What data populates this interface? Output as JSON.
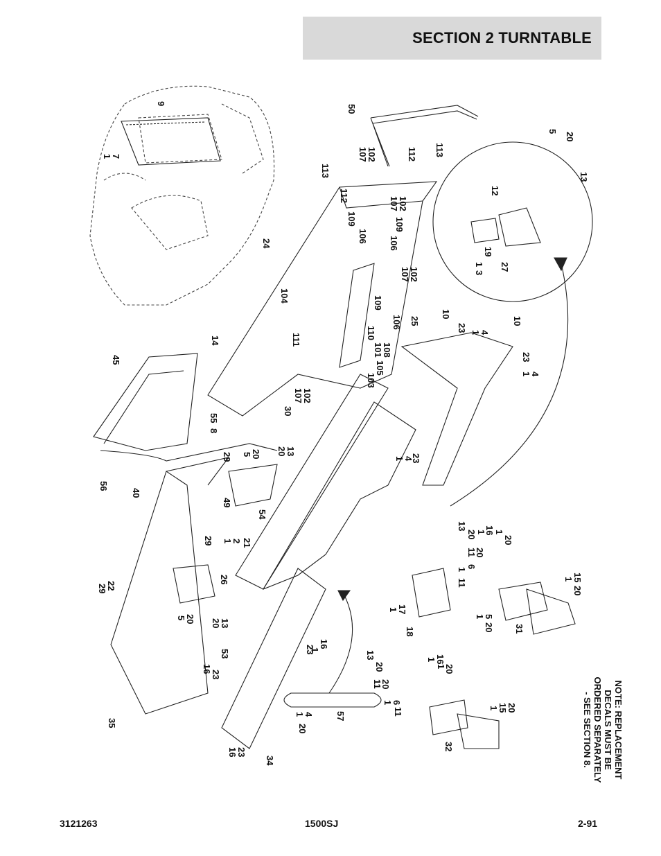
{
  "header": {
    "section_title": "SECTION 2   TURNTABLE"
  },
  "note": {
    "lines": [
      "NOTE:  REPLACEMENT",
      "DECALS MUST BE",
      "ORDERED SEPARATELY",
      "- SEE SECTION 8."
    ]
  },
  "footer": {
    "left": "3121263",
    "center": "1500SJ",
    "right": "2-91"
  },
  "callouts": [
    {
      "id": "c9",
      "text": "9"
    },
    {
      "id": "c1a",
      "text": "1"
    },
    {
      "id": "c7",
      "text": "7"
    },
    {
      "id": "c50",
      "text": "50"
    },
    {
      "id": "c113a",
      "text": "113"
    },
    {
      "id": "c107a",
      "text": "107"
    },
    {
      "id": "c102a",
      "text": "102"
    },
    {
      "id": "c112a",
      "text": "112"
    },
    {
      "id": "c113b",
      "text": "113"
    },
    {
      "id": "c112b",
      "text": "112"
    },
    {
      "id": "c109a",
      "text": "109"
    },
    {
      "id": "c106a",
      "text": "106"
    },
    {
      "id": "c107b",
      "text": "107"
    },
    {
      "id": "c102b",
      "text": "102"
    },
    {
      "id": "c109b",
      "text": "109"
    },
    {
      "id": "c106b",
      "text": "106"
    },
    {
      "id": "c24",
      "text": "24"
    },
    {
      "id": "c104",
      "text": "104"
    },
    {
      "id": "c107c",
      "text": "107"
    },
    {
      "id": "c102c",
      "text": "102"
    },
    {
      "id": "c109c",
      "text": "109"
    },
    {
      "id": "c106c",
      "text": "106"
    },
    {
      "id": "c111",
      "text": "111"
    },
    {
      "id": "c110",
      "text": "110"
    },
    {
      "id": "c101",
      "text": "101"
    },
    {
      "id": "c108",
      "text": "108"
    },
    {
      "id": "c105",
      "text": "105"
    },
    {
      "id": "c103",
      "text": "103"
    },
    {
      "id": "c107d",
      "text": "107"
    },
    {
      "id": "c102d",
      "text": "102"
    },
    {
      "id": "c45",
      "text": "45"
    },
    {
      "id": "c14",
      "text": "14"
    },
    {
      "id": "c55",
      "text": "55"
    },
    {
      "id": "c8",
      "text": "8"
    },
    {
      "id": "c56",
      "text": "56"
    },
    {
      "id": "c40",
      "text": "40"
    },
    {
      "id": "c30",
      "text": "30"
    },
    {
      "id": "c29a",
      "text": "29"
    },
    {
      "id": "c5a",
      "text": "5"
    },
    {
      "id": "c20a",
      "text": "20"
    },
    {
      "id": "c20b",
      "text": "20"
    },
    {
      "id": "c13a",
      "text": "13"
    },
    {
      "id": "c49",
      "text": "49"
    },
    {
      "id": "c54",
      "text": "54"
    },
    {
      "id": "c1b",
      "text": "1"
    },
    {
      "id": "c4a",
      "text": "4"
    },
    {
      "id": "c23a",
      "text": "23"
    },
    {
      "id": "c25",
      "text": "25"
    },
    {
      "id": "c10a",
      "text": "10"
    },
    {
      "id": "c23b",
      "text": "23"
    },
    {
      "id": "c1c",
      "text": "1"
    },
    {
      "id": "c4b",
      "text": "4"
    },
    {
      "id": "c10b",
      "text": "10"
    },
    {
      "id": "c23c",
      "text": "23"
    },
    {
      "id": "c1d",
      "text": "1"
    },
    {
      "id": "c4c",
      "text": "4"
    },
    {
      "id": "c5b",
      "text": "5"
    },
    {
      "id": "c20c",
      "text": "20"
    },
    {
      "id": "c13b",
      "text": "13"
    },
    {
      "id": "c12",
      "text": "12"
    },
    {
      "id": "c1e",
      "text": "1"
    },
    {
      "id": "c3",
      "text": "3"
    },
    {
      "id": "c19",
      "text": "19"
    },
    {
      "id": "c27",
      "text": "27"
    },
    {
      "id": "c29b",
      "text": "29"
    },
    {
      "id": "c1f",
      "text": "1"
    },
    {
      "id": "c2",
      "text": "2"
    },
    {
      "id": "c21",
      "text": "21"
    },
    {
      "id": "c29c",
      "text": "29"
    },
    {
      "id": "c22",
      "text": "22"
    },
    {
      "id": "c26",
      "text": "26"
    },
    {
      "id": "c5c",
      "text": "5"
    },
    {
      "id": "c20d",
      "text": "20"
    },
    {
      "id": "c20e",
      "text": "20"
    },
    {
      "id": "c13c",
      "text": "13"
    },
    {
      "id": "c13d",
      "text": "13"
    },
    {
      "id": "c20f",
      "text": "20"
    },
    {
      "id": "c1g",
      "text": "1"
    },
    {
      "id": "c16a",
      "text": "16"
    },
    {
      "id": "c11a",
      "text": "11"
    },
    {
      "id": "c20g",
      "text": "20"
    },
    {
      "id": "c1h",
      "text": "1"
    },
    {
      "id": "c6a",
      "text": "6"
    },
    {
      "id": "c11b",
      "text": "11"
    },
    {
      "id": "c1i",
      "text": "1"
    },
    {
      "id": "c20h",
      "text": "20"
    },
    {
      "id": "c1j",
      "text": "1"
    },
    {
      "id": "c15a",
      "text": "15"
    },
    {
      "id": "c20i",
      "text": "20"
    },
    {
      "id": "c31",
      "text": "31"
    },
    {
      "id": "c1k",
      "text": "1"
    },
    {
      "id": "c17",
      "text": "17"
    },
    {
      "id": "c18",
      "text": "18"
    },
    {
      "id": "c1l",
      "text": "1"
    },
    {
      "id": "c5d",
      "text": "5"
    },
    {
      "id": "c20j",
      "text": "20"
    },
    {
      "id": "c53",
      "text": "53"
    },
    {
      "id": "c1m",
      "text": "1"
    },
    {
      "id": "c23d",
      "text": "23"
    },
    {
      "id": "c16b",
      "text": "16"
    },
    {
      "id": "c16c",
      "text": "16"
    },
    {
      "id": "c23e",
      "text": "23"
    },
    {
      "id": "c35",
      "text": "35"
    },
    {
      "id": "c13e",
      "text": "13"
    },
    {
      "id": "c20k",
      "text": "20"
    },
    {
      "id": "c11c",
      "text": "11"
    },
    {
      "id": "c20l",
      "text": "20"
    },
    {
      "id": "c1n",
      "text": "1"
    },
    {
      "id": "c16d",
      "text": "16"
    },
    {
      "id": "c1o",
      "text": "1"
    },
    {
      "id": "c20m",
      "text": "20"
    },
    {
      "id": "c1p",
      "text": "1"
    },
    {
      "id": "c6b",
      "text": "6"
    },
    {
      "id": "c11d",
      "text": "11"
    },
    {
      "id": "c1q",
      "text": "1"
    },
    {
      "id": "c15b",
      "text": "15"
    },
    {
      "id": "c20n",
      "text": "20"
    },
    {
      "id": "c57",
      "text": "57"
    },
    {
      "id": "c1r",
      "text": "1"
    },
    {
      "id": "c4d",
      "text": "4"
    },
    {
      "id": "c20o",
      "text": "20"
    },
    {
      "id": "c32",
      "text": "32"
    },
    {
      "id": "c16e",
      "text": "16"
    },
    {
      "id": "c23f",
      "text": "23"
    },
    {
      "id": "c34",
      "text": "34"
    }
  ]
}
